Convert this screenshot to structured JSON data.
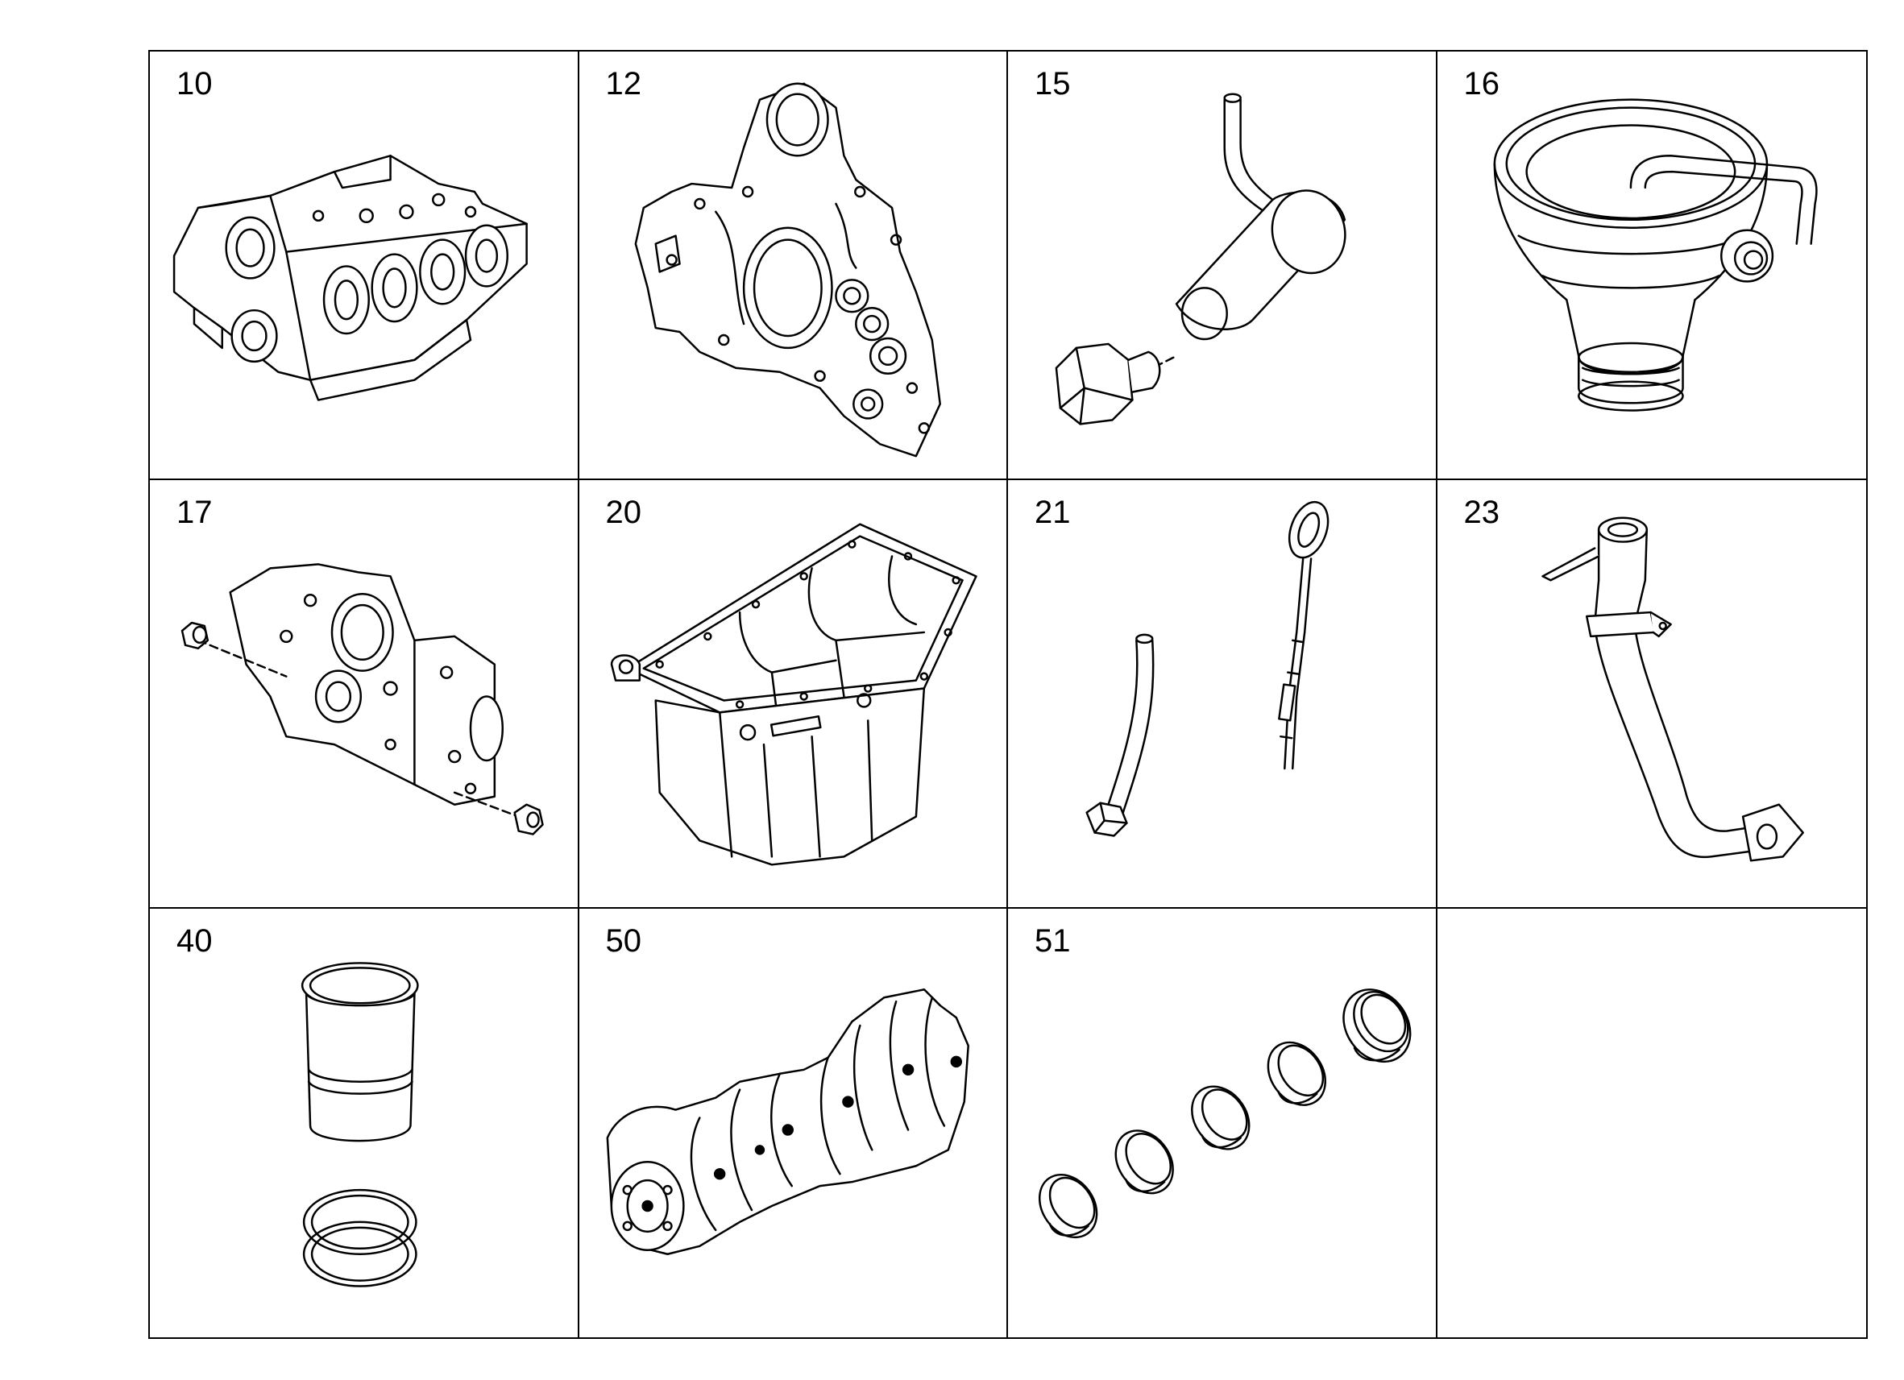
{
  "grid": {
    "cells": [
      {
        "label": "10",
        "part_icon": "engine-block-icon"
      },
      {
        "label": "12",
        "part_icon": "timing-case-icon"
      },
      {
        "label": "15",
        "part_icon": "drain-plug-tube-icon"
      },
      {
        "label": "16",
        "part_icon": "oil-separator-icon"
      },
      {
        "label": "17",
        "part_icon": "housing-with-plugs-icon"
      },
      {
        "label": "20",
        "part_icon": "oil-pan-icon"
      },
      {
        "label": "21",
        "part_icon": "dipstick-and-tube-icon"
      },
      {
        "label": "23",
        "part_icon": "oil-filler-pipe-icon"
      },
      {
        "label": "40",
        "part_icon": "cylinder-liner-icon"
      },
      {
        "label": "50",
        "part_icon": "crankshaft-icon"
      },
      {
        "label": "51",
        "part_icon": "bearing-shells-icon"
      },
      {
        "label": "",
        "part_icon": ""
      }
    ]
  }
}
